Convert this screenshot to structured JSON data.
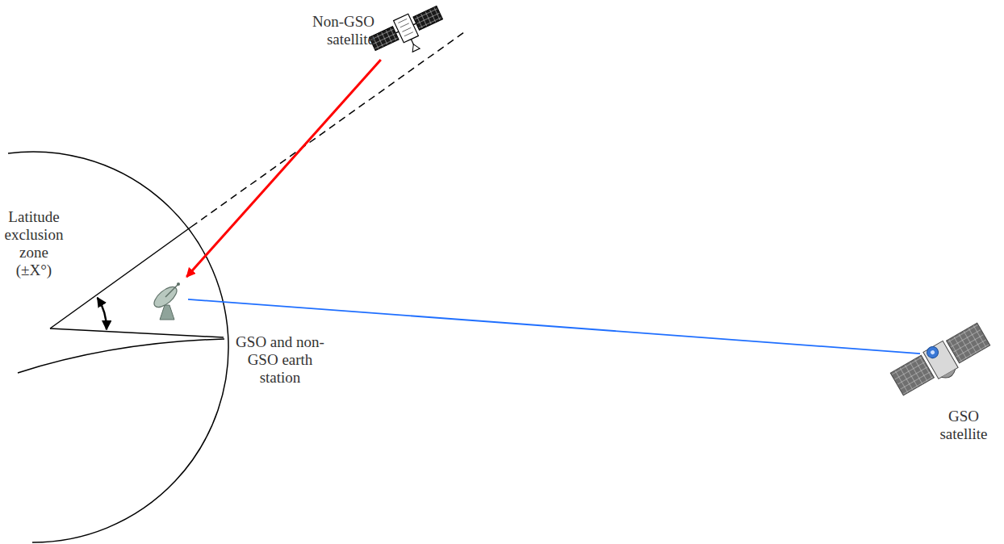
{
  "diagram": {
    "nodes": [
      {
        "text": [
          "Non-GSO satellite"
        ]
      },
      {
        "text": [
          "GSO and non-GSO earth station"
        ]
      },
      {
        "text": [
          "GSO satellite"
        ]
      }
    ],
    "edges": [
      {
        "from": 0,
        "to": 1,
        "arrow": "to"
      },
      {
        "from": 1,
        "to": 2,
        "arrow": "none"
      }
    ],
    "labels": [
      "Latitude exclusion zone (±X°)"
    ]
  }
}
